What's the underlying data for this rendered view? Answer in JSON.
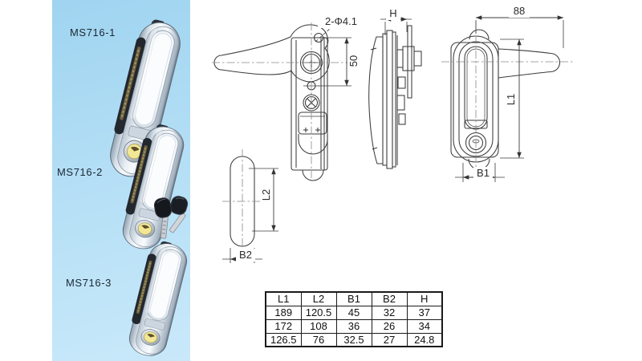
{
  "product_panel": {
    "items": [
      {
        "label": "MS716-1"
      },
      {
        "label": "MS716-2"
      },
      {
        "label": "MS716-3"
      }
    ]
  },
  "drawings": {
    "plan_view": {
      "hole_label": "2-Φ4.1",
      "height_dim": "50"
    },
    "side_view": {
      "width_dim": "H"
    },
    "front_view": {
      "top_dim": "88",
      "length_dim": "L1",
      "width_dim": "B1"
    },
    "cutout_view": {
      "length_dim": "L2",
      "width_dim": "B2"
    }
  },
  "dimension_table": {
    "headers": [
      "L1",
      "L2",
      "B1",
      "B2",
      "H"
    ],
    "rows": [
      [
        "189",
        "120.5",
        "45",
        "32",
        "37"
      ],
      [
        "172",
        "108",
        "36",
        "26",
        "34"
      ],
      [
        "126.5",
        "76",
        "32.5",
        "27",
        "24.8"
      ]
    ]
  },
  "colors": {
    "panel_blue": "#aedcf4",
    "line": "#3b3b3b",
    "key_gold": "#f2e794"
  }
}
